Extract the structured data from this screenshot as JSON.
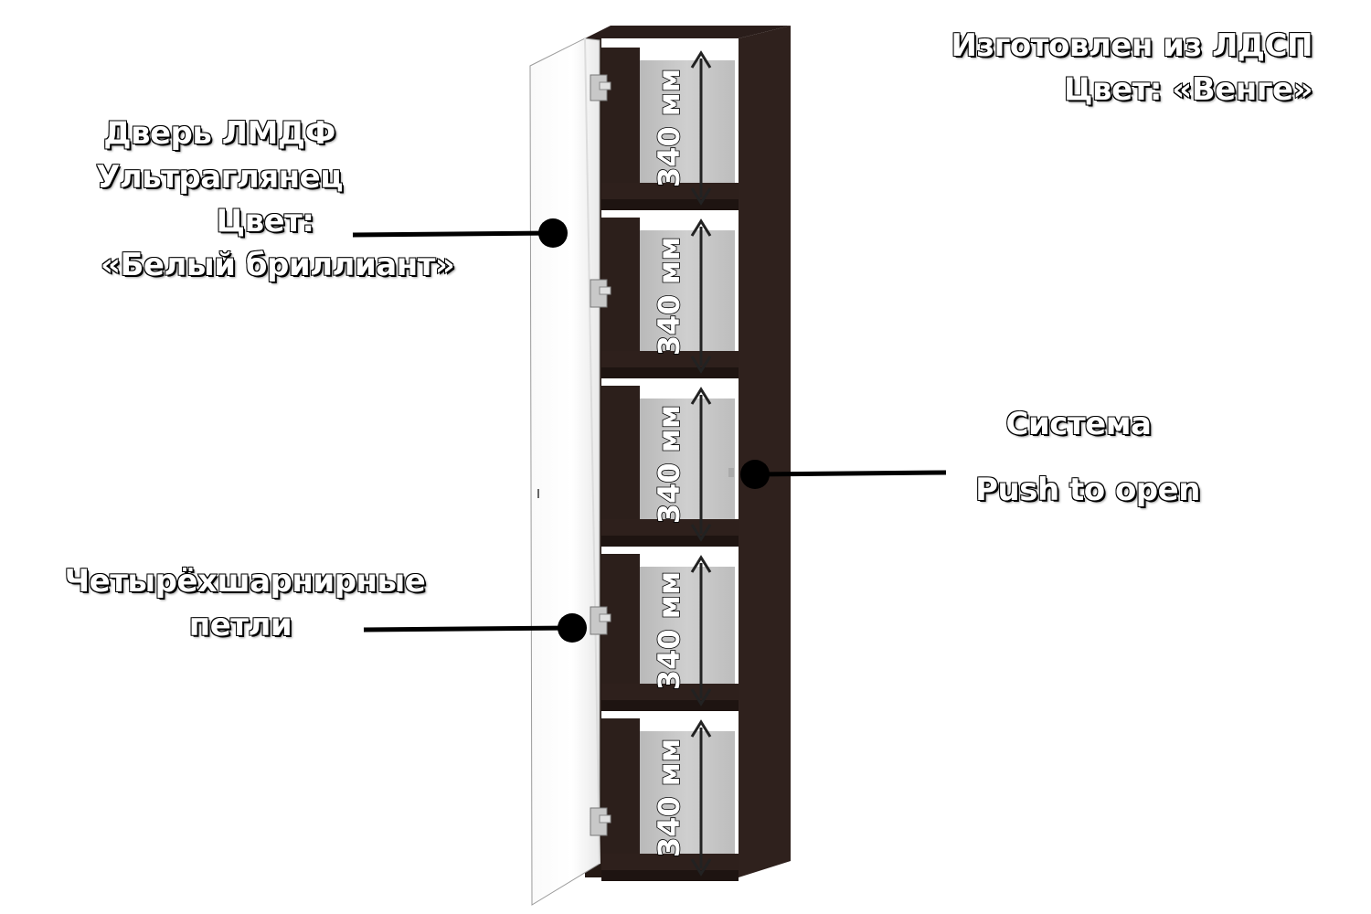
{
  "material": {
    "line1": "Изготовлен из ЛДСП",
    "line2": "Цвет:  «Венге»"
  },
  "door": {
    "line1": "Дверь ЛМДФ",
    "line2": "Ультраглянец",
    "line3": "Цвет:",
    "line4": "«Белый бриллиант»"
  },
  "push_system": {
    "line1": "Система",
    "line2": "Push to open"
  },
  "hinges": {
    "line1": "Четырёхшарнирные",
    "line2": "петли"
  },
  "shelves": [
    {
      "height_label": "340 мм"
    },
    {
      "height_label": "340 мм"
    },
    {
      "height_label": "340 мм"
    },
    {
      "height_label": "340 мм"
    },
    {
      "height_label": "340 мм"
    }
  ],
  "colors": {
    "body": "#2a1d1a",
    "door": "#ffffff",
    "interior": "#d0d0d0"
  }
}
